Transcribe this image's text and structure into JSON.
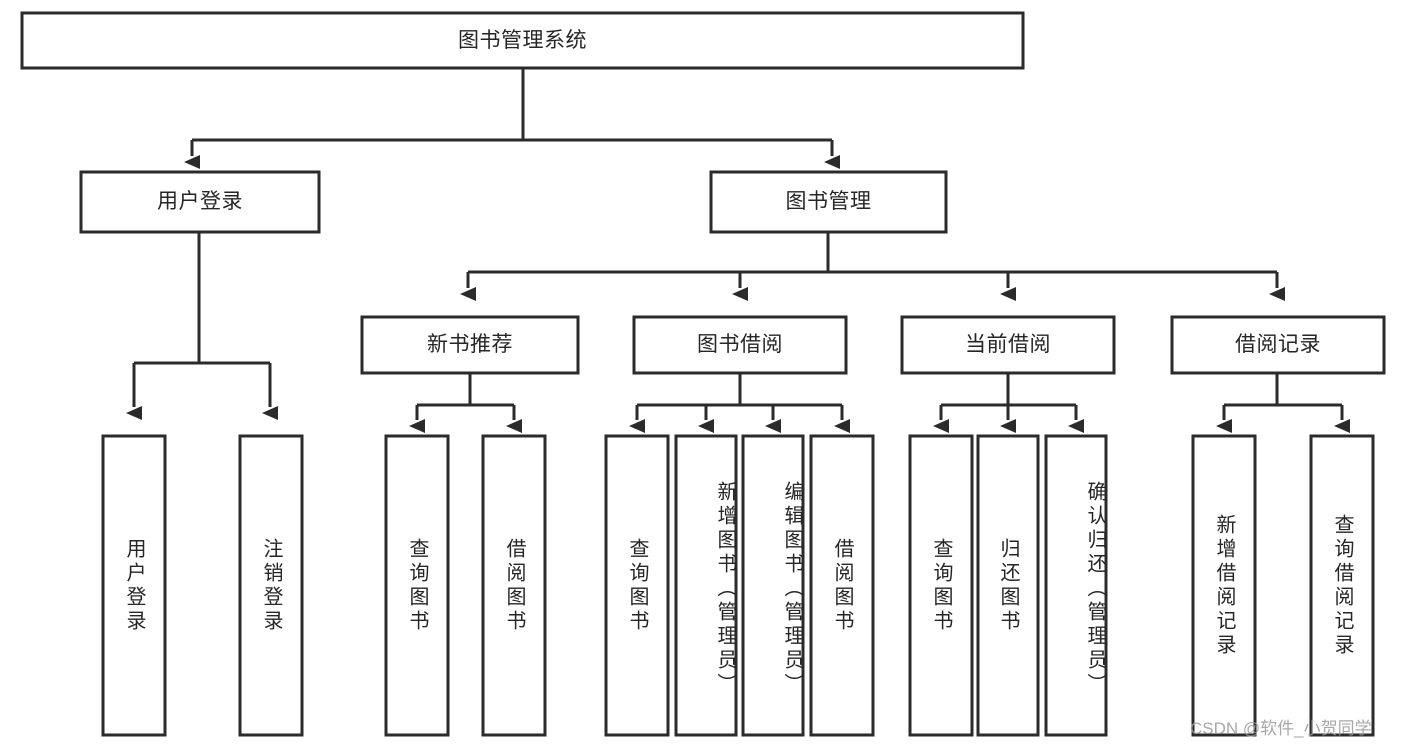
{
  "diagram": {
    "title": "图书管理系统",
    "type": "tree-hierarchy-chart",
    "watermark": "CSDN @软件_小贺同学",
    "colors": {
      "box_stroke": "#2b2b2b",
      "box_fill": "#ffffff",
      "text": "#262626",
      "background": "#ffffff",
      "watermark": "#9a9a9a"
    },
    "root": {
      "label": "图书管理系统"
    },
    "level2": [
      {
        "label": "用户登录"
      },
      {
        "label": "图书管理"
      }
    ],
    "level3": [
      {
        "label": "新书推荐"
      },
      {
        "label": "图书借阅"
      },
      {
        "label": "当前借阅"
      },
      {
        "label": "借阅记录"
      }
    ],
    "leaves": {
      "user_login": [
        {
          "label": "用户登录"
        },
        {
          "label": "注销登录"
        }
      ],
      "new_book_recommend": [
        {
          "label": "查询图书"
        },
        {
          "label": "借阅图书"
        }
      ],
      "book_borrow": [
        {
          "label": "查询图书"
        },
        {
          "label": "新增图书（管理员）"
        },
        {
          "label": "编辑图书（管理员）"
        },
        {
          "label": "借阅图书"
        }
      ],
      "current_borrow": [
        {
          "label": "查询图书"
        },
        {
          "label": "归还图书"
        },
        {
          "label": "确认归还（管理员）"
        }
      ],
      "borrow_records": [
        {
          "label": "新增借阅记录"
        },
        {
          "label": "查询借阅记录"
        }
      ]
    }
  }
}
